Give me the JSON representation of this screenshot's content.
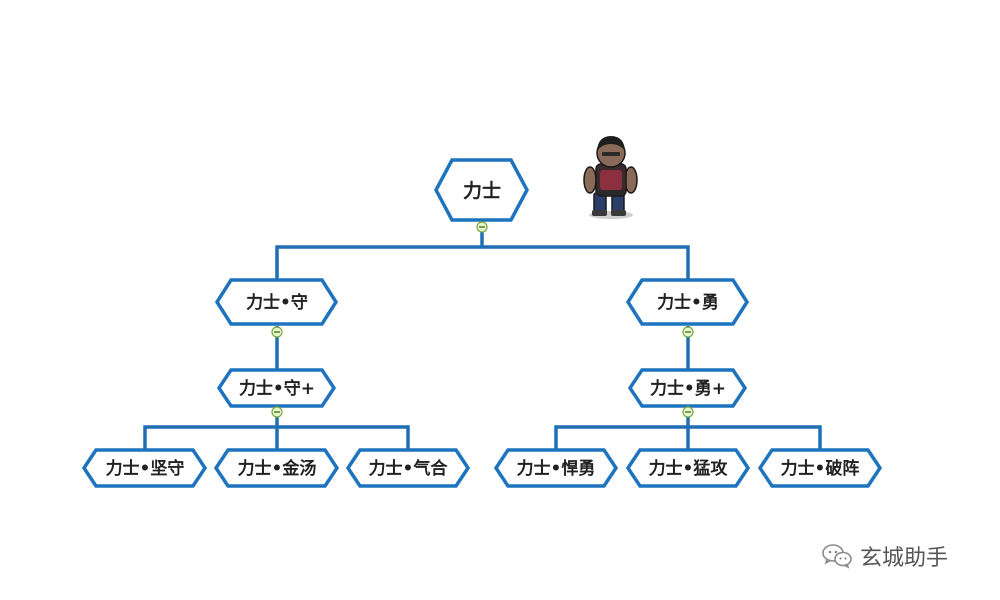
{
  "colors": {
    "connector": "#1f6fb5",
    "node_border": "#1e73be",
    "collapse_fill": "#e8f5d0",
    "collapse_stroke": "#7aa83c"
  },
  "tree": {
    "root": {
      "label": "力士",
      "children": [
        {
          "label": "力士•守",
          "child": {
            "label": "力士•守+",
            "children": [
              "力士•坚守",
              "力士•金汤",
              "力士•气合"
            ]
          }
        },
        {
          "label": "力士•勇",
          "child": {
            "label": "力士•勇+",
            "children": [
              "力士•悍勇",
              "力士•猛攻",
              "力士•破阵"
            ]
          }
        }
      ]
    }
  },
  "watermark": {
    "text": "玄城助手",
    "icon": "wechat-icon"
  },
  "character_icon": "warrior-character-icon"
}
